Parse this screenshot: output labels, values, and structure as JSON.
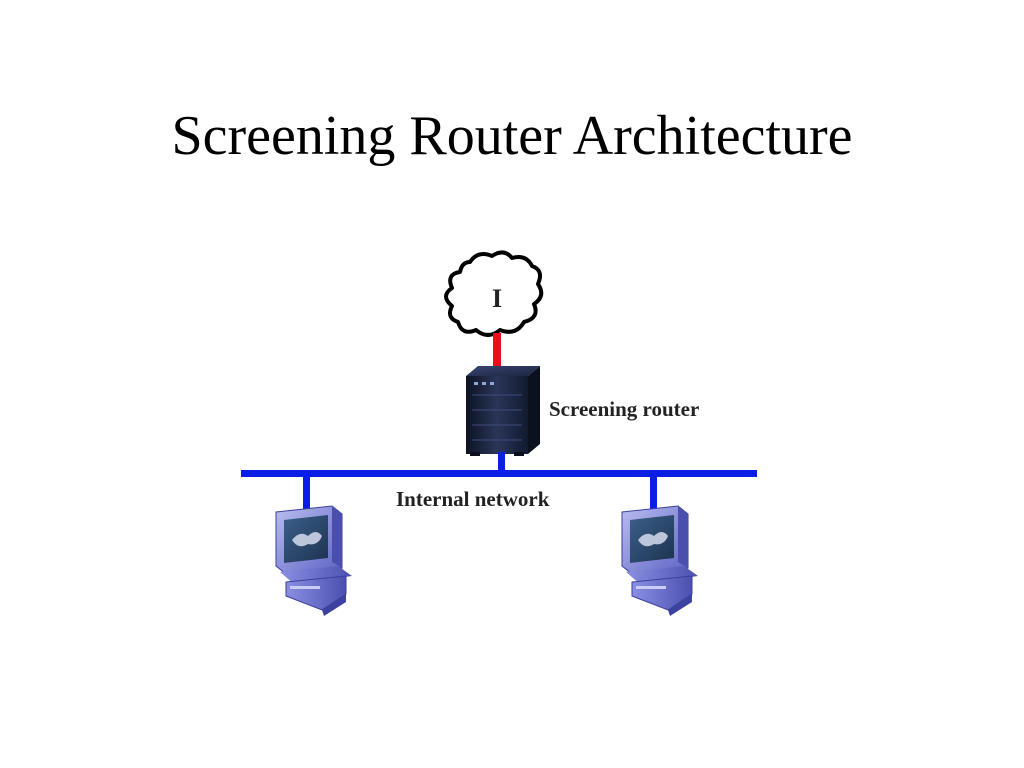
{
  "slide": {
    "title": "Screening Router Architecture"
  },
  "diagram": {
    "internet_cloud_label": "I",
    "router_label": "Screening router",
    "network_label": "Internal network",
    "colors": {
      "network_line": "#0a1ee6",
      "internet_link": "#e8101c",
      "cloud_stroke": "#000000",
      "router_body": "#1a2440",
      "workstation_body": "#7a7fd8"
    },
    "icons": {
      "cloud": "internet-cloud-icon",
      "router": "router-server-icon",
      "workstation": "workstation-icon"
    }
  }
}
